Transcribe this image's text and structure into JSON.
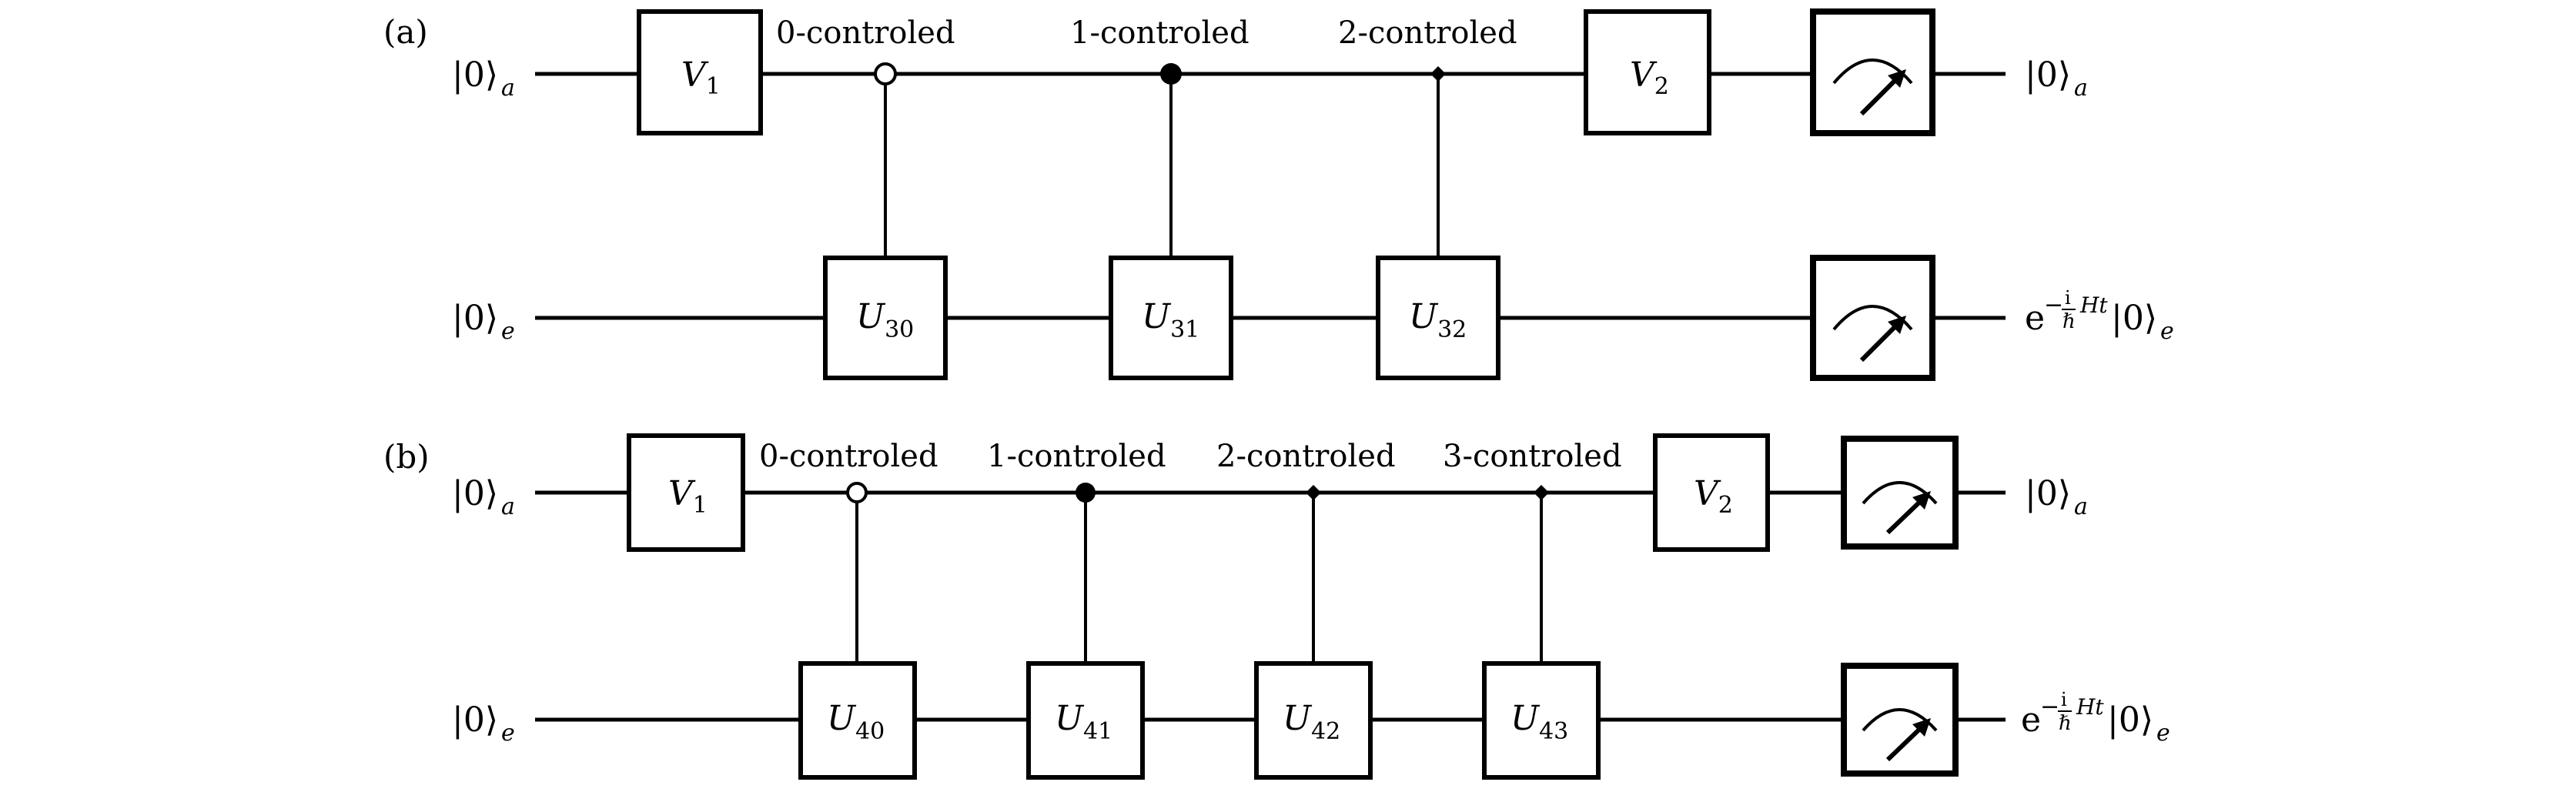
{
  "panels": [
    {
      "label": "(a)",
      "input_a": "|0⟩",
      "input_a_sub": "a",
      "input_e": "|0⟩",
      "input_e_sub": "e",
      "v1": {
        "sym": "V",
        "sub": "1"
      },
      "v2": {
        "sym": "V",
        "sub": "2"
      },
      "controls": [
        {
          "label": "0-controled",
          "type": "open",
          "gate": {
            "sym": "U",
            "sub": "30"
          }
        },
        {
          "label": "1-controled",
          "type": "filled",
          "gate": {
            "sym": "U",
            "sub": "31"
          }
        },
        {
          "label": "2-controled",
          "type": "diamond",
          "gate": {
            "sym": "U",
            "sub": "32"
          }
        }
      ],
      "output_a": "|0⟩",
      "output_a_sub": "a",
      "output_e_prefix": "e",
      "output_e_exp_sign": "−",
      "output_e_exp_num": "i",
      "output_e_exp_den": "ℏ",
      "output_e_exp_tail": "Ht",
      "output_e_ket": "|0⟩",
      "output_e_sub": "e"
    },
    {
      "label": "(b)",
      "input_a": "|0⟩",
      "input_a_sub": "a",
      "input_e": "|0⟩",
      "input_e_sub": "e",
      "v1": {
        "sym": "V",
        "sub": "1"
      },
      "v2": {
        "sym": "V",
        "sub": "2"
      },
      "controls": [
        {
          "label": "0-controled",
          "type": "open",
          "gate": {
            "sym": "U",
            "sub": "40"
          }
        },
        {
          "label": "1-controled",
          "type": "filled",
          "gate": {
            "sym": "U",
            "sub": "41"
          }
        },
        {
          "label": "2-controled",
          "type": "diamond",
          "gate": {
            "sym": "U",
            "sub": "42"
          }
        },
        {
          "label": "3-controled",
          "type": "diamond",
          "gate": {
            "sym": "U",
            "sub": "43"
          }
        }
      ],
      "output_a": "|0⟩",
      "output_a_sub": "a",
      "output_e_prefix": "e",
      "output_e_exp_sign": "−",
      "output_e_exp_num": "i",
      "output_e_exp_den": "ℏ",
      "output_e_exp_tail": "Ht",
      "output_e_ket": "|0⟩",
      "output_e_sub": "e"
    }
  ],
  "colors": {
    "ink": "#000000",
    "background": "#ffffff"
  },
  "icons": {
    "meter": "measurement-meter-icon"
  }
}
